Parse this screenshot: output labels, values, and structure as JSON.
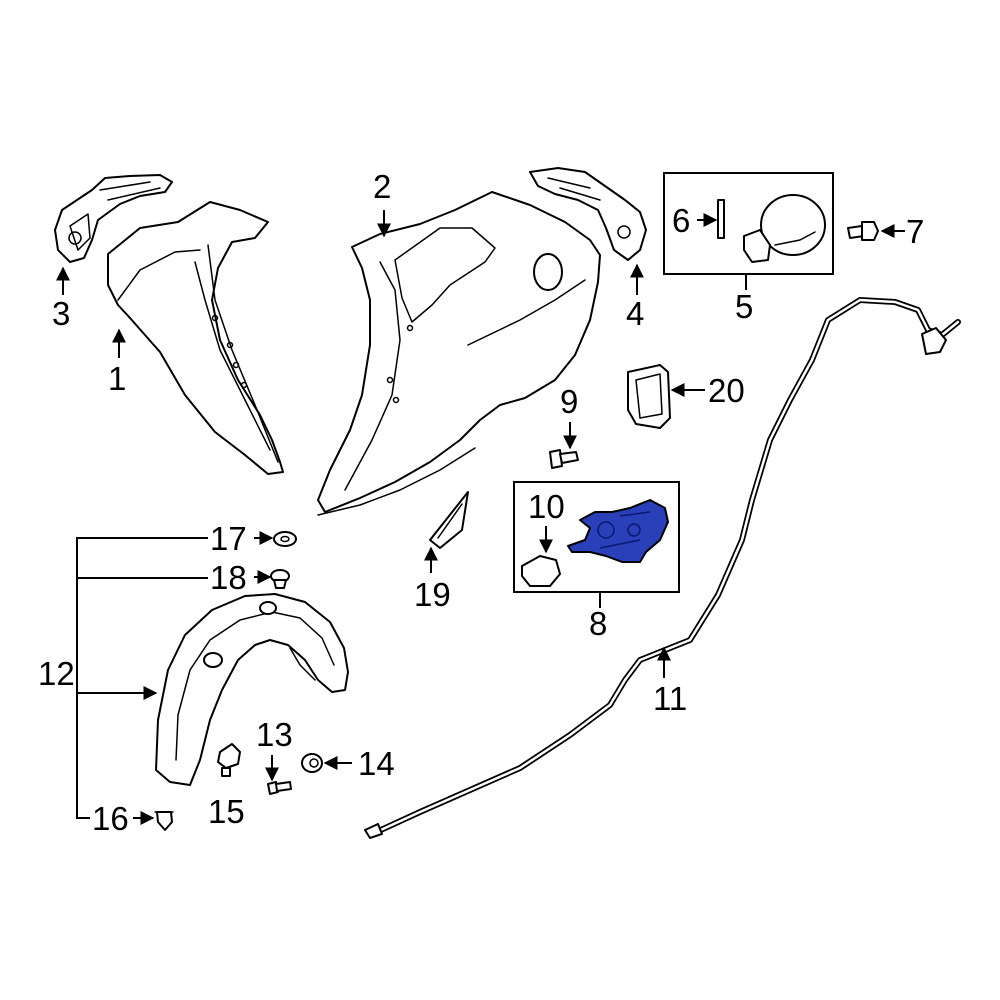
{
  "callouts": {
    "c1": "1",
    "c2": "2",
    "c3": "3",
    "c4": "4",
    "c5": "5",
    "c6": "6",
    "c7": "7",
    "c8": "8",
    "c9": "9",
    "c10": "10",
    "c11": "11",
    "c12": "12",
    "c13": "13",
    "c14": "14",
    "c15": "15",
    "c16": "16",
    "c17": "17",
    "c18": "18",
    "c19": "19",
    "c20": "20"
  },
  "colors": {
    "highlight": "#2a40b8",
    "line": "#000000",
    "background": "#ffffff"
  },
  "highlighted_part": "10"
}
